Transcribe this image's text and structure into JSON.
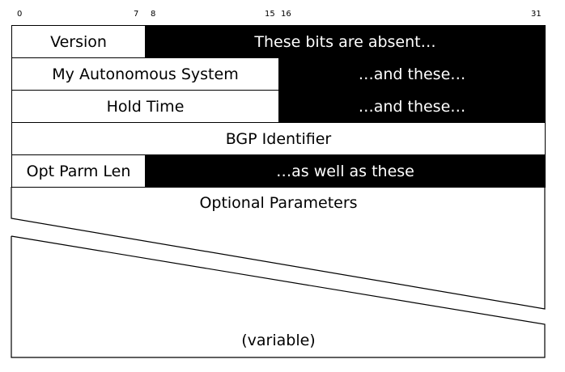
{
  "bit_positions": [
    "0",
    "7",
    "8",
    "15",
    "16",
    "31"
  ],
  "rows": [
    {
      "cells": [
        {
          "text": "Version",
          "absent": false
        },
        {
          "text": "These bits are absent…",
          "absent": true
        }
      ]
    },
    {
      "cells": [
        {
          "text": "My Autonomous System",
          "absent": false
        },
        {
          "text": "…and these…",
          "absent": true
        }
      ]
    },
    {
      "cells": [
        {
          "text": "Hold Time",
          "absent": false
        },
        {
          "text": "…and these…",
          "absent": true
        }
      ]
    },
    {
      "cells": [
        {
          "text": "BGP Identifier",
          "absent": false
        }
      ]
    },
    {
      "cells": [
        {
          "text": "Opt Parm Len",
          "absent": false
        },
        {
          "text": "…as well as these",
          "absent": true
        }
      ]
    }
  ],
  "optional": {
    "title": "Optional Parameters",
    "note": "(variable)"
  },
  "colors": {
    "absent_fill": "#000000",
    "present_fill": "#ffffff",
    "line": "#000000"
  }
}
